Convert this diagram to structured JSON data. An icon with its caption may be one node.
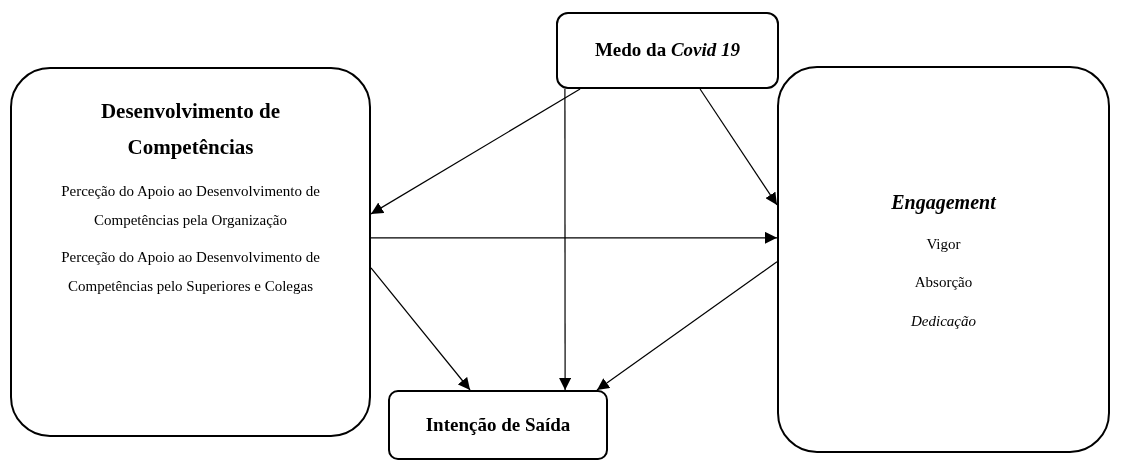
{
  "diagram": {
    "nodes": [
      {
        "text": [
          "Medo da *Covid 19*"
        ]
      },
      {
        "text": [
          "Desenvolvimento de Competências",
          "Perceção do Apoio ao Desenvolvimento de Competências pela Organização",
          "Perceção do Apoio ao Desenvolvimento de Competências pelo Superiores e Colegas"
        ]
      },
      {
        "text": [
          "Engagement",
          "Vigor",
          "Absorção",
          "Dedicação"
        ]
      },
      {
        "text": [
          "Intenção de Saída"
        ]
      }
    ],
    "edges": [
      {
        "from": 0,
        "to": 1,
        "arrow": "to"
      },
      {
        "from": 0,
        "to": 3,
        "arrow": "to"
      },
      {
        "from": 0,
        "to": 2,
        "arrow": "to"
      },
      {
        "from": 1,
        "to": 2,
        "arrow": "to"
      },
      {
        "from": 1,
        "to": 3,
        "arrow": "to"
      },
      {
        "from": 2,
        "to": 3,
        "arrow": "to"
      }
    ]
  }
}
